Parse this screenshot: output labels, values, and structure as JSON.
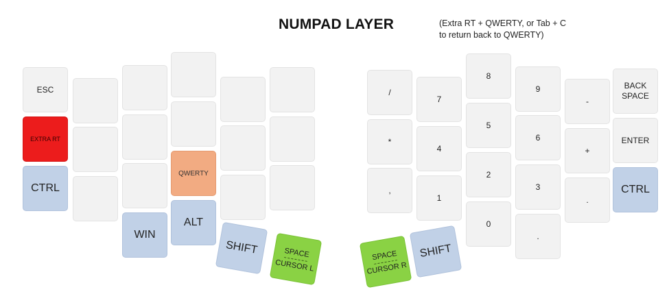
{
  "title": "NUMPAD LAYER",
  "note": {
    "line1": "(Extra RT + QWERTY, or Tab + C",
    "line2": "to return back to QWERTY)"
  },
  "colors": {
    "blank": "#f2f2f2",
    "modifier_blue": "#c1d1e7",
    "extra_rt_red": "#ec1c1c",
    "qwerty_orange": "#f2ab82",
    "space_green": "#8ad244"
  },
  "left": {
    "esc": "ESC",
    "extra_rt": "EXTRA RT",
    "ctrl": "CTRL",
    "qwerty": "QWERTY",
    "win": "WIN",
    "alt": "ALT",
    "shift": "SHIFT",
    "space_top": "SPACE",
    "space_bottom": "CURSOR L"
  },
  "right": {
    "slash": "/",
    "seven": "7",
    "eight": "8",
    "nine": "9",
    "minus": "-",
    "back_line1": "BACK",
    "back_line2": "SPACE",
    "star": "*",
    "four": "4",
    "five": "5",
    "six": "6",
    "plus": "+",
    "enter": "ENTER",
    "comma": ",",
    "one": "1",
    "two": "2",
    "three": "3",
    "dot_right": ".",
    "ctrl": "CTRL",
    "zero": "0",
    "dot_bottom": ".",
    "shift": "SHIFT",
    "space_top": "SPACE",
    "space_bottom": "CURSOR R"
  }
}
